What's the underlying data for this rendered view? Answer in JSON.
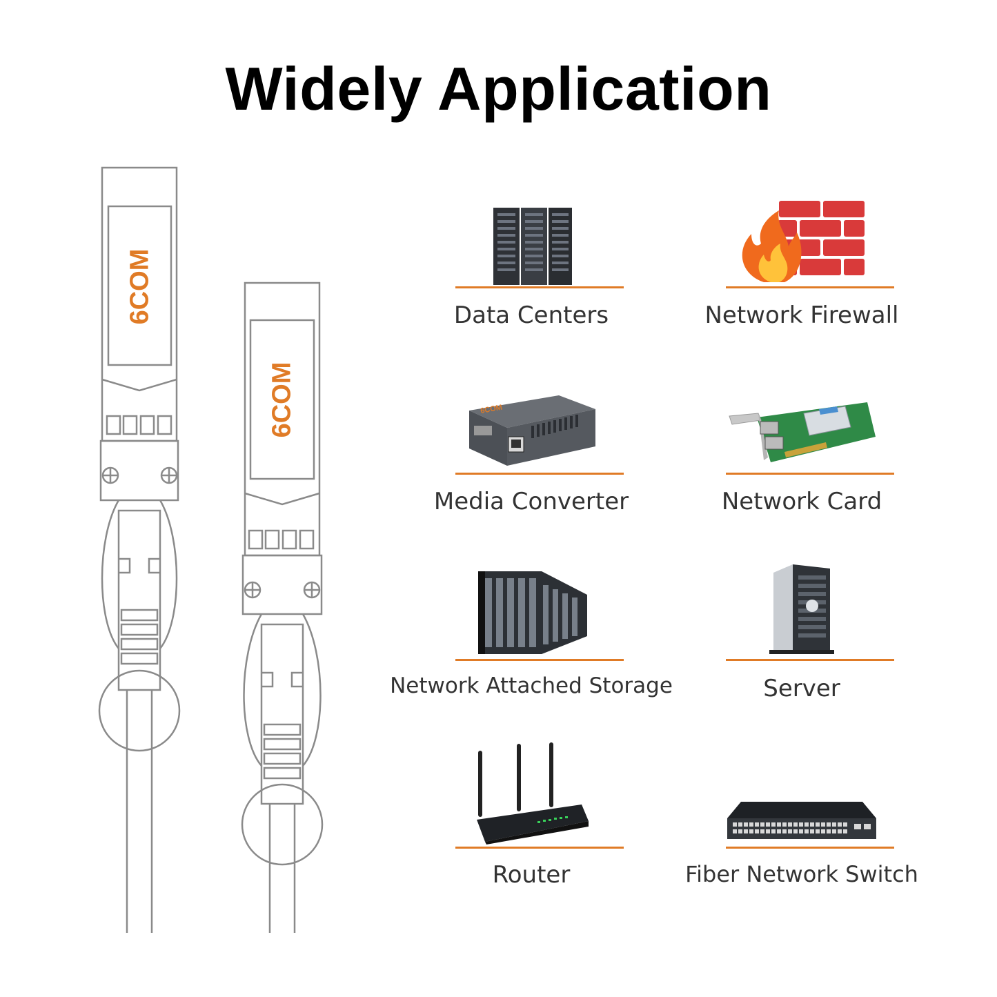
{
  "title": "Widely Application",
  "brand_mark": "6COM",
  "applications": [
    {
      "label": "Data Centers",
      "icon": "server-rack-icon"
    },
    {
      "label": "Network Firewall",
      "icon": "firewall-icon"
    },
    {
      "label": "Media Converter",
      "icon": "media-converter-icon"
    },
    {
      "label": "Network Card",
      "icon": "network-card-icon"
    },
    {
      "label": "Network Attached Storage",
      "icon": "nas-icon"
    },
    {
      "label": "Server",
      "icon": "tower-server-icon"
    },
    {
      "label": "Router",
      "icon": "router-icon"
    },
    {
      "label": "Fiber Network Switch",
      "icon": "network-switch-icon"
    }
  ],
  "colors": {
    "accent": "#e07b26",
    "outline": "#8a8a8a",
    "text": "#333333"
  }
}
